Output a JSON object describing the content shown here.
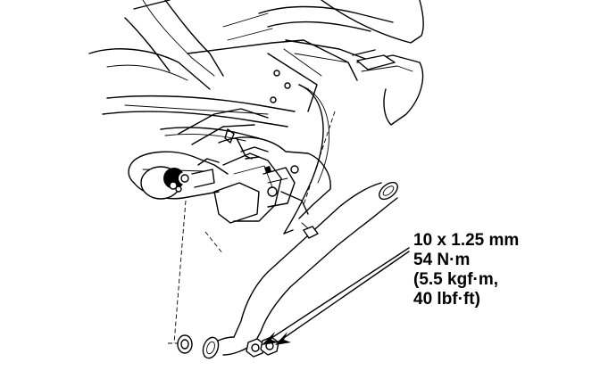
{
  "callout": {
    "size": "10 x 1.25 mm",
    "torque_nm": "54 N·m",
    "torque_kgf": "(5.5 kgf·m,",
    "torque_lbf": "40 lbf·ft)"
  },
  "colors": {
    "line": "#000000",
    "background": "#ffffff"
  }
}
